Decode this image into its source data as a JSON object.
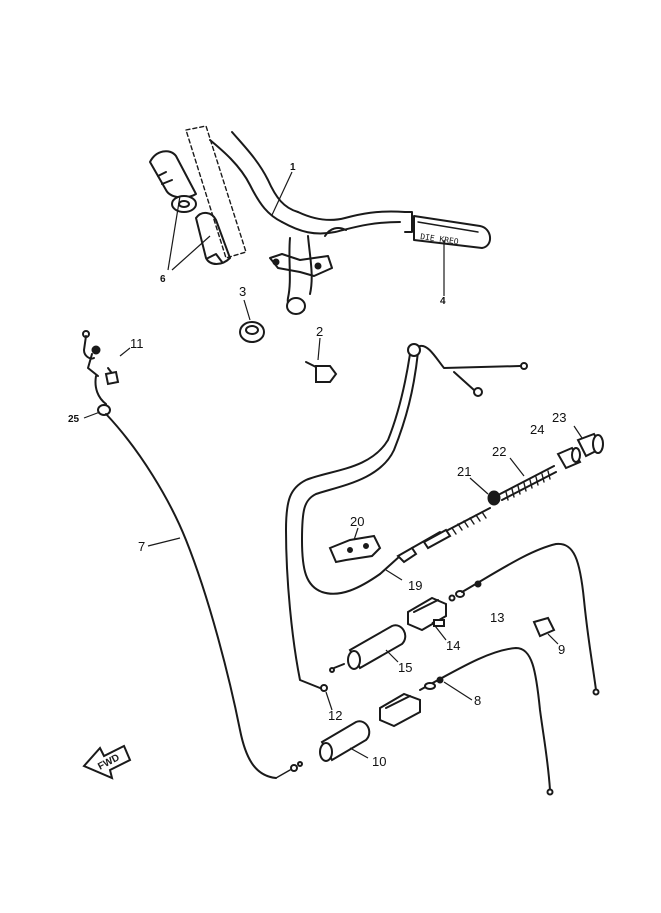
{
  "diagram": {
    "grip_text": "DIE KREO",
    "fwd_label": "FWD",
    "callouts": {
      "p1": "1",
      "p2": "2",
      "p3": "3",
      "p4": "4",
      "p6": "6",
      "p7": "7",
      "p8": "8",
      "p9": "9",
      "p10": "10",
      "p11": "11",
      "p12": "12",
      "p13": "13",
      "p14": "14",
      "p15": "15",
      "p19": "19",
      "p20": "20",
      "p21": "21",
      "p22": "22",
      "p23": "23",
      "p24": "24",
      "p25": "25"
    }
  }
}
